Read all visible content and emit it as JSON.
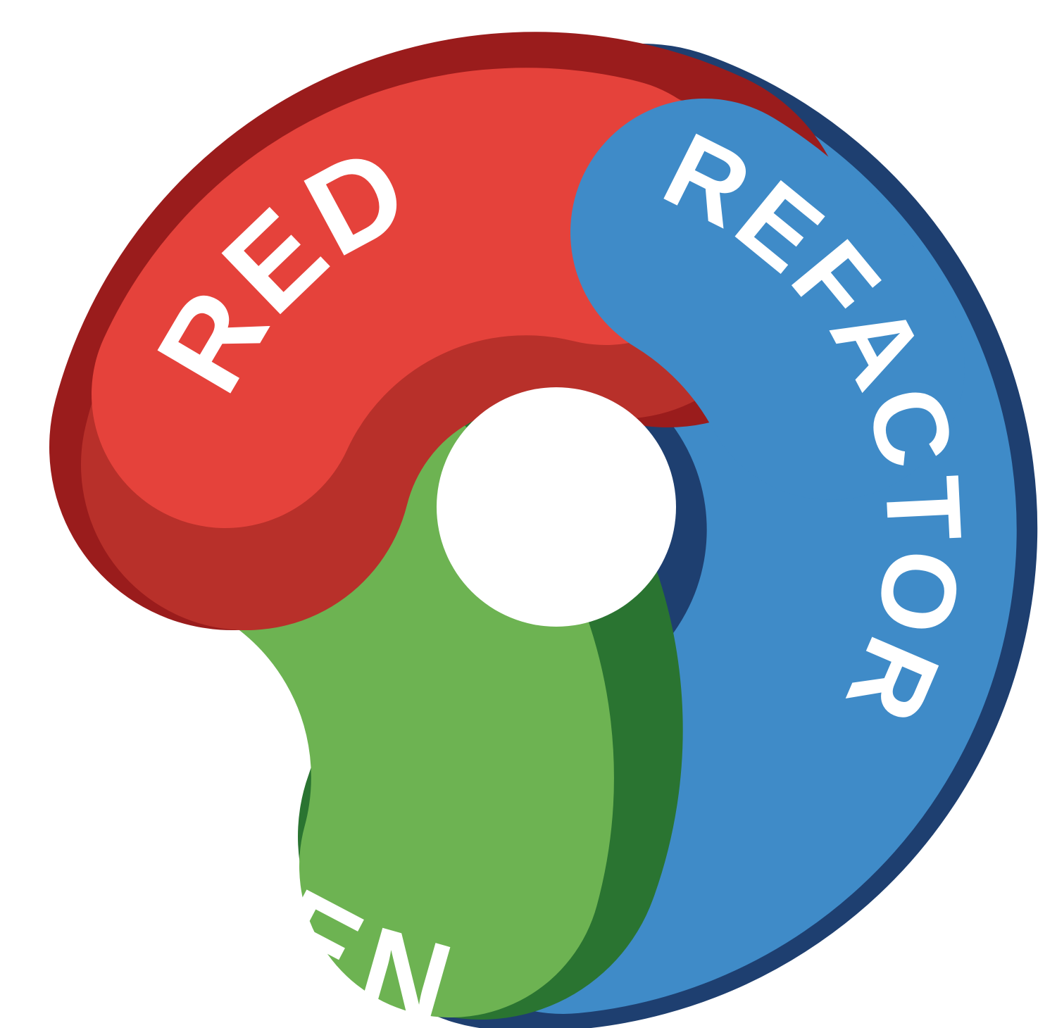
{
  "diagram": {
    "stages": [
      {
        "label": "RED",
        "color": "#e5423b",
        "shade": "#b8302a",
        "dark": "#9a1c1c"
      },
      {
        "label": "GREEN",
        "color": "#6db352",
        "shade": "#4f9640",
        "dark": "#2a7431"
      },
      {
        "label": "REFACTOR",
        "color": "#3f8bc8",
        "shade": "#2f6ea8",
        "dark": "#1e3f70"
      }
    ],
    "background": "#ffffff"
  }
}
